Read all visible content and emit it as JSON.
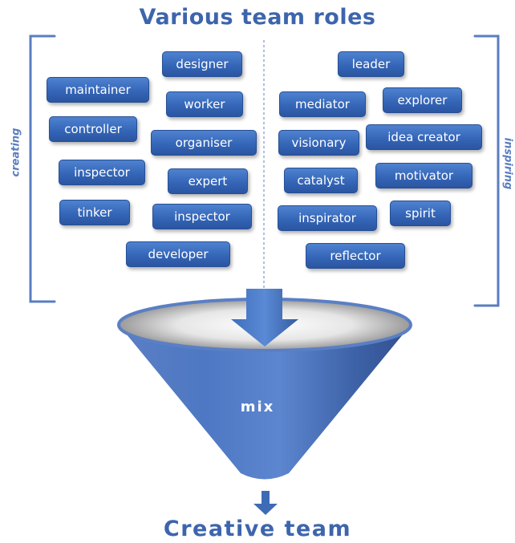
{
  "title": "Various team roles",
  "result": "Creative team",
  "funnel_label": "mix",
  "left_group": {
    "label": "creating",
    "roles": [
      "designer",
      "maintainer",
      "worker",
      "controller",
      "organiser",
      "inspector",
      "expert",
      "tinker",
      "inspector",
      "developer"
    ]
  },
  "right_group": {
    "label": "inspiring",
    "roles": [
      "leader",
      "mediator",
      "explorer",
      "visionary",
      "idea creator",
      "catalyst",
      "motivator",
      "inspirator",
      "spirit",
      "reflector"
    ]
  },
  "colors": {
    "title": "#3d65ad",
    "box": "#3566b8",
    "funnel": "#4a74bf",
    "bracket": "#5a7dc0"
  }
}
